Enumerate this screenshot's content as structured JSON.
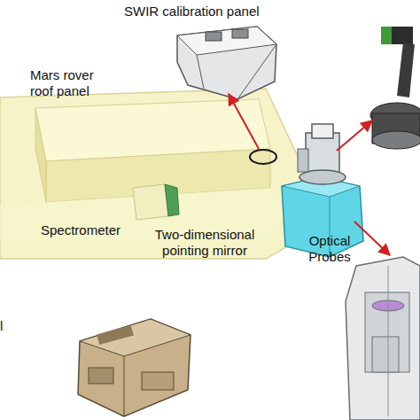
{
  "diagram": {
    "labels": [
      "SWIR calibration panel",
      "Mars rover roof panel",
      "Spectrometer",
      "Two-dimensional pointing mirror",
      "Optical Probes",
      "l"
    ]
  }
}
